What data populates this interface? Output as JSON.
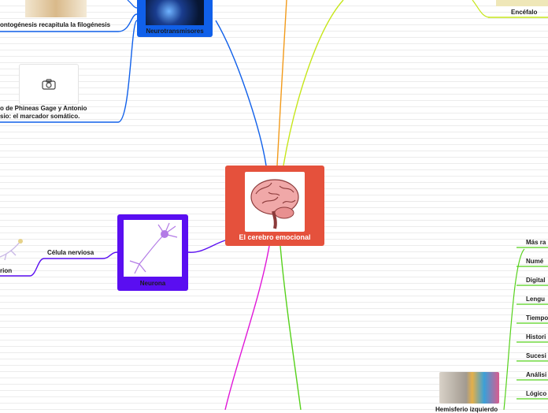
{
  "central": {
    "title": "El cerebro emocional",
    "image": "brain-illustration"
  },
  "colors": {
    "central": "#e5513c",
    "blue_branch": "#1060ea",
    "purple_branch": "#5a0ef1",
    "green_branch": "#55d11a",
    "yellow_branch": "#c6e61a",
    "orange_branch": "#f29a1a",
    "magenta_branch": "#e016d8"
  },
  "top_left": {
    "evolution_label": "ontogénesis recapitula la filogénesis",
    "neurotransmisores": "Neurotransmisores",
    "phineas_line1": "o de Phineas Gage y Antonio",
    "phineas_line2": "sio: el marcador somático.",
    "camera_icon": "camera-icon"
  },
  "left": {
    "neurona": "Neurona",
    "celula": "Célula nerviosa",
    "rion": "rion"
  },
  "top_right": {
    "encefalo": "Encéfalo"
  },
  "right_list": [
    "Más ra",
    "Numé",
    "Digital",
    "Lengu",
    "Tiempo",
    "Histori",
    "Sucesi",
    "Análisi",
    "Lógico"
  ],
  "bottom_right": {
    "hemisferio": "Hemisferio izquierdo"
  }
}
